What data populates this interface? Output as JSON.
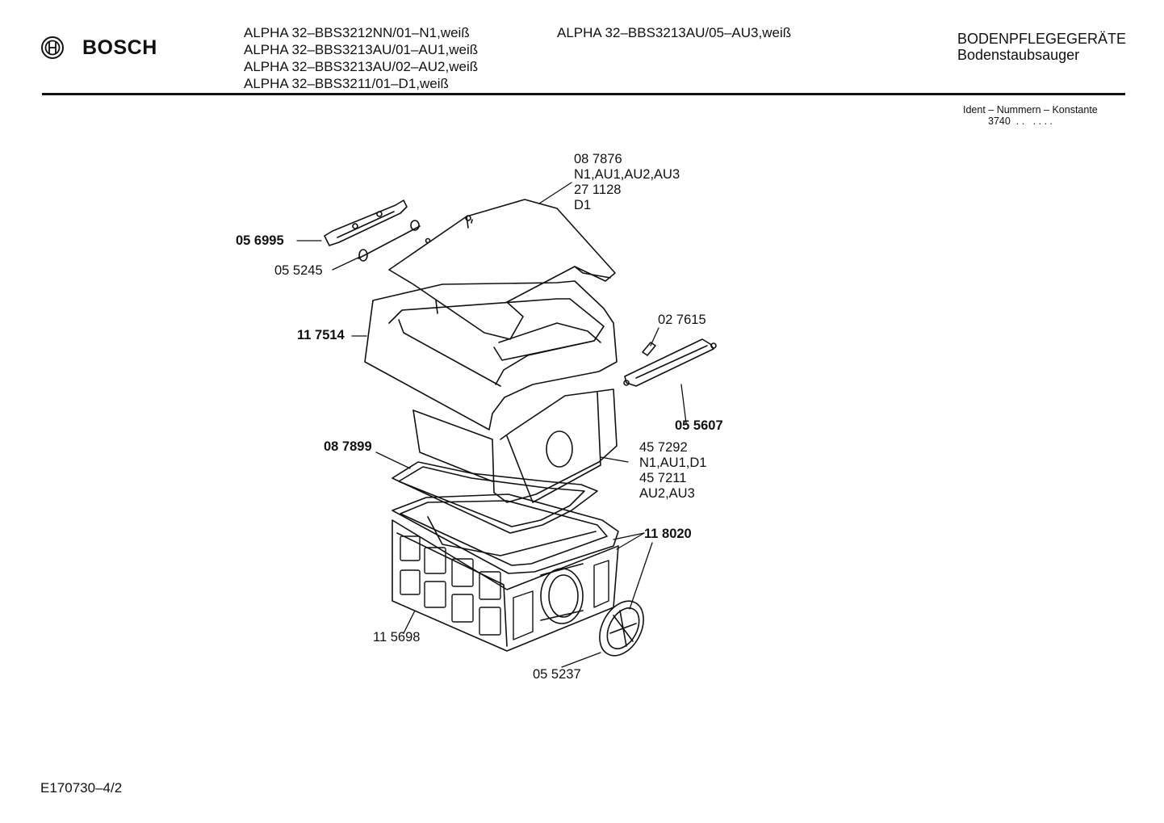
{
  "header": {
    "brand": "BOSCH",
    "models_left": [
      "ALPHA 32–BBS3212NN/01–N1,weiß",
      "ALPHA 32–BBS3213AU/01–AU1,weiß",
      "ALPHA 32–BBS3213AU/02–AU2,weiß",
      "ALPHA 32–BBS3211/01–D1,weiß"
    ],
    "models_right": [
      "ALPHA 32–BBS3213AU/05–AU3,weiß"
    ],
    "category_title": "BODENPFLEGEGERÄTE",
    "category_subtitle": "Bodenstaubsauger",
    "ident_label": "Ident – Nummern – Konstante",
    "ident_number": "3740  . .   . . . ."
  },
  "parts": {
    "lid": [
      "08 7876",
      "N1,AU1,AU2,AU3",
      "27 1128",
      "D1"
    ],
    "hinge_bar": "05 6995",
    "spring": "05 5245",
    "cover_frame": "11 7514",
    "clip": "02 7615",
    "handle": "05 5607",
    "filter_holder": "08 7899",
    "dust_bag": [
      "45 7292",
      "N1,AU1,D1",
      "45 7211",
      "AU2,AU3"
    ],
    "gasket": "11 8020",
    "housing": "11 5698",
    "wheel": "05 5237"
  },
  "footer": {
    "drawing_code": "E170730–4/2"
  }
}
